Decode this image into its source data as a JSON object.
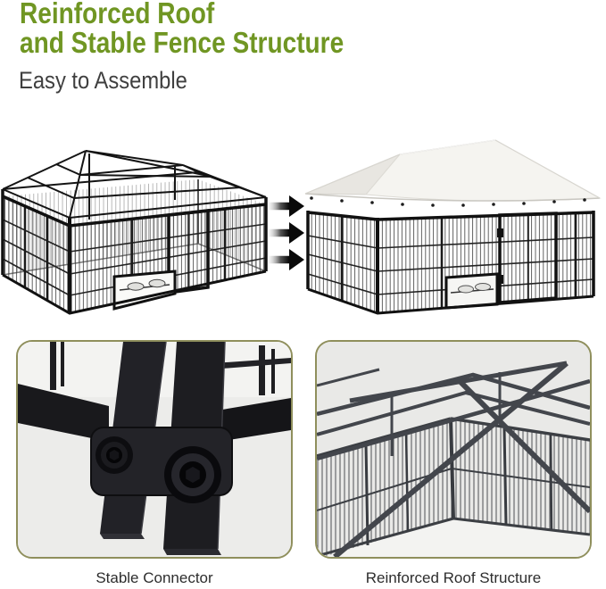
{
  "header": {
    "title_line1": "Reinforced Roof",
    "title_line2": "and Stable Fence Structure",
    "subtitle": "Easy to Assemble"
  },
  "theme": {
    "title_color": "#709623",
    "subtitle_color": "#3f3f3f",
    "caption_color": "#2d2d2d",
    "card_border_color": "#8f8f5c",
    "card_background": "#ebebe9",
    "arrow_color": "#111111",
    "canopy_color": "#f5f4f0",
    "frame_color": "#111111",
    "background": "#ffffff"
  },
  "hero": {
    "arrow_count": 3
  },
  "features": [
    {
      "caption": "Stable Connector"
    },
    {
      "caption": "Reinforced Roof Structure"
    }
  ]
}
